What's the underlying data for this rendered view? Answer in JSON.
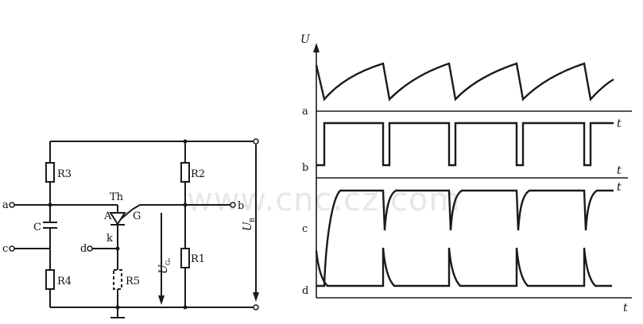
{
  "watermark": "www.cnc.cz.com",
  "circuit": {
    "labels": {
      "r3": "R3",
      "r2": "R2",
      "r1": "R1",
      "r4": "R4",
      "r5": "R5",
      "c": "C",
      "th": "Th",
      "anode": "A",
      "gate": "G",
      "cathode": "k",
      "terminal_a": "a",
      "terminal_b": "b",
      "terminal_c": "c",
      "terminal_d": "d",
      "ug_main": "U",
      "ug_sub": "Gₑ",
      "ub_main": "U",
      "ub_sub": "B"
    }
  },
  "waveforms": {
    "y_axis_label": "U",
    "t_label": "t",
    "rows": [
      "a",
      "b",
      "c",
      "d"
    ],
    "cycles": 5
  }
}
